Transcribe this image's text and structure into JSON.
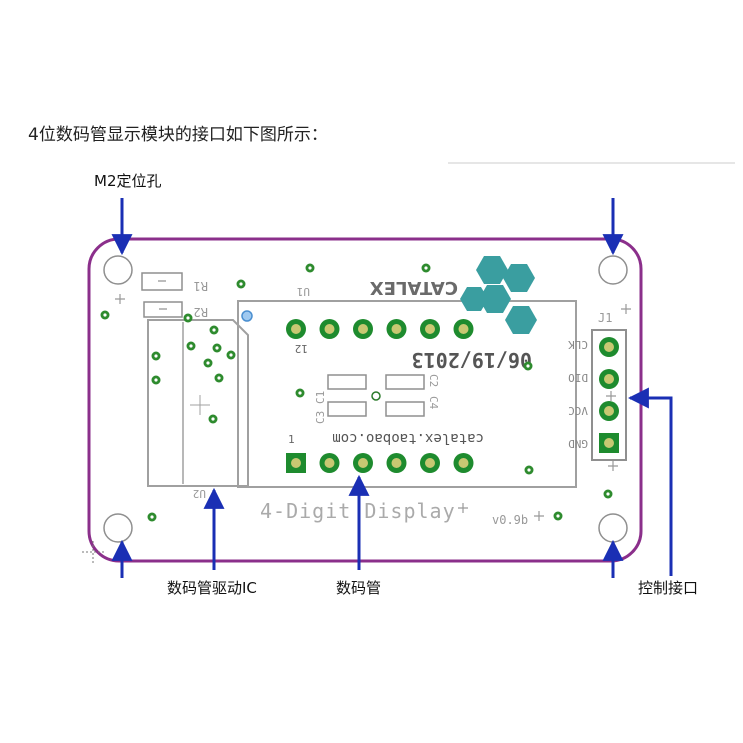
{
  "heading": "4位数码管显示模块的接口如下图所示：",
  "callouts": {
    "mounting_hole": "M2定位孔",
    "driver_ic": "数码管驱动IC",
    "display": "数码管",
    "control_port": "控制接口"
  },
  "board": {
    "logo": "CATALEX",
    "title": "4-Digit Display",
    "version": "v0.9b",
    "website": "catalex.taobao.com",
    "date": "06/19/2013",
    "designators": {
      "c1": "C1",
      "c2": "C2",
      "c3": "C3",
      "c4": "C4",
      "r1": "R1",
      "r2": "R2",
      "u1": "U1",
      "u2": "U2",
      "j1": "J1"
    },
    "pin_markers": {
      "display_top": "12",
      "display_bottom": "1"
    },
    "pins": [
      "CLK",
      "DIO",
      "VCC",
      "GND"
    ]
  },
  "colors": {
    "board_outline": "#8b2f8b",
    "board_fill": "#ffffff",
    "silkscreen": "#9a9a9a",
    "pad_green": "#1e8b2e",
    "copper": "#c8c872",
    "arrow_blue": "#1a2fb4",
    "logo_teal": "#3a9ea0"
  },
  "icons": [
    "arrow-icon",
    "plus-icon",
    "hexagon-logo-icon"
  ]
}
